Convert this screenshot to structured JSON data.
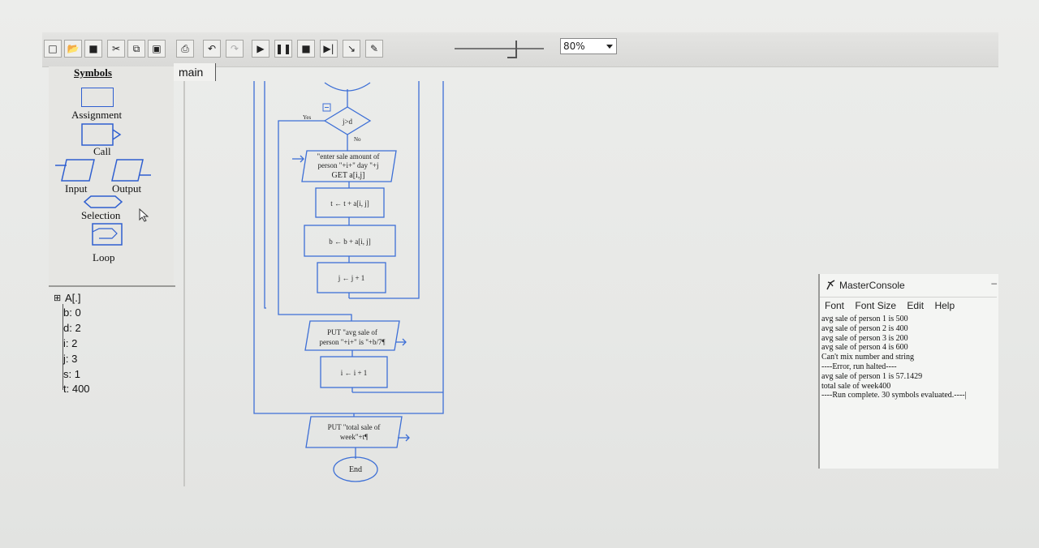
{
  "toolbar": {
    "buttons": [
      "new-file",
      "open-folder",
      "save",
      "cut",
      "copy",
      "paste",
      "print",
      "undo",
      "redo",
      "run",
      "pause",
      "stop",
      "step",
      "step-into",
      "edit-pen"
    ],
    "zoom_value": "80%"
  },
  "symbols": {
    "header": "Symbols",
    "assignment": "Assignment",
    "call": "Call",
    "input": "Input",
    "output": "Output",
    "selection": "Selection",
    "loop": "Loop"
  },
  "variables": {
    "expander": "⊞",
    "array": "A[.]",
    "items": [
      "b: 0",
      "d: 2",
      "i: 2",
      "j: 3",
      "s: 1",
      "t: 400"
    ]
  },
  "editor": {
    "tab": "main"
  },
  "flowchart": {
    "decision_cond": "j>d",
    "yes": "Yes",
    "no": "No",
    "input_line1": "\"enter sale amount of",
    "input_line2": "person \"+i+\" day \"+j",
    "input_line3": "GET a[i,j]",
    "assign_t": "t ← t + a[i, j]",
    "assign_b": "b ← b + a[i, j]",
    "assign_j": "j ← j + 1",
    "put_avg_line1": "PUT \"avg sale of",
    "put_avg_line2": "person \"+i+\" is \"+b/7¶",
    "assign_i": "i ← i + 1",
    "put_total_line1": "PUT \"total sale of",
    "put_total_line2": "week\"+t¶",
    "end": "End"
  },
  "console": {
    "title": "MasterConsole",
    "minimize": "–",
    "menu": [
      "Font",
      "Font Size",
      "Edit",
      "Help"
    ],
    "lines": [
      "avg sale of person 1 is 500",
      "avg sale of person 2 is 400",
      "avg sale of person 3 is 200",
      "avg sale of person 4 is 600",
      "Can't mix number and string",
      "----Error, run halted----",
      "avg sale of person 1 is 57.1429",
      "total sale of week400",
      "----Run complete.  30 symbols evaluated.----|"
    ]
  },
  "colors": {
    "flow_line": "#3d6fd6",
    "panel_bg": "#e6e6e3"
  }
}
